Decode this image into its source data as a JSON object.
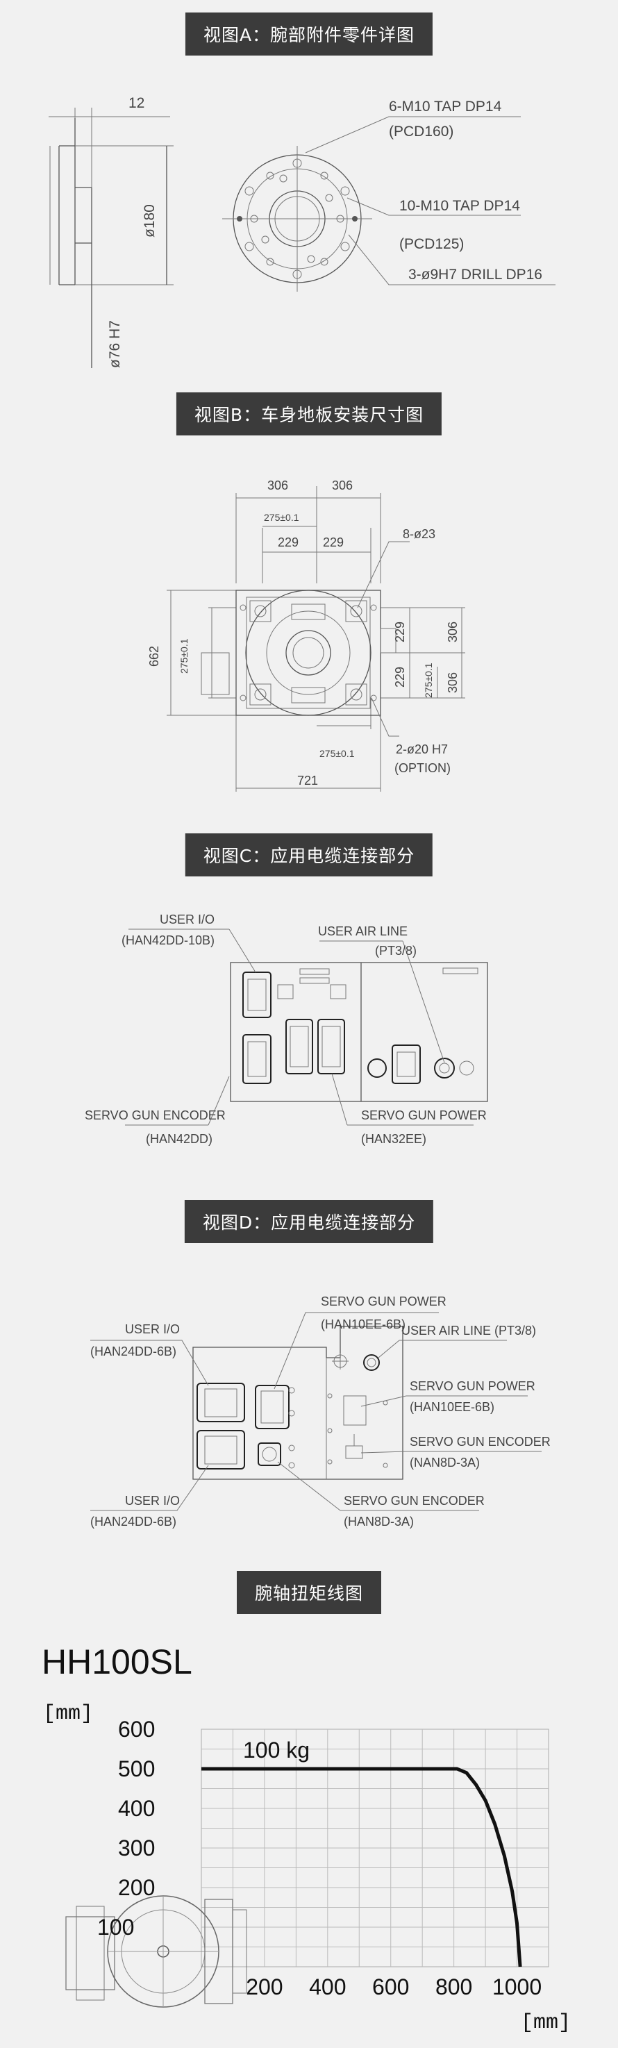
{
  "sections": {
    "a": "视图A：腕部附件零件详图",
    "b": "视图B：车身地板安装尺寸图",
    "c": "视图C：应用电缆连接部分",
    "d": "视图D：应用电缆连接部分",
    "torque": "腕轴扭矩线图"
  },
  "view_a": {
    "dim_12": "12",
    "dim_180": "ø180",
    "dim_76": "ø76 H7",
    "tap6": "6-M10 TAP DP14",
    "pcd160": "(PCD160)",
    "tap10": "10-M10 TAP DP14",
    "pcd125": "(PCD125)",
    "drill": "3-ø9H7 DRILL DP16"
  },
  "view_b": {
    "d306a": "306",
    "d306b": "306",
    "d275top": "275±0.1",
    "d229a": "229",
    "d229b": "229",
    "holes8": "8-ø23",
    "d275left": "275±0.1",
    "d662": "662",
    "d306r1": "306",
    "d229r1": "229",
    "d229r2": "229",
    "d275r": "275±0.1",
    "d306r2": "306",
    "d275bot": "275±0.1",
    "holes2": "2-ø20 H7",
    "option": "(OPTION)",
    "d721": "721"
  },
  "view_c": {
    "user_io": "USER I/O",
    "user_io_part": "(HAN42DD-10B)",
    "air": "USER AIR LINE",
    "air_part": "(PT3/8)",
    "encoder": "SERVO GUN ENCODER",
    "encoder_part": "(HAN42DD)",
    "power": "SERVO GUN POWER",
    "power_part": "(HAN32EE)"
  },
  "view_d": {
    "power": "SERVO GUN POWER",
    "power_part": "(HAN10EE-6B)",
    "user_io_top": "USER I/O",
    "user_io_top_part": "(HAN24DD-6B)",
    "air": "USER AIR LINE (PT3/8)",
    "power2": "SERVO GUN POWER",
    "power2_part": "(HAN10EE-6B)",
    "encoder2": "SERVO GUN ENCODER",
    "encoder2_part": "(NAN8D-3A)",
    "user_io_bot": "USER I/O",
    "user_io_bot_part": "(HAN24DD-6B)",
    "encoder": "SERVO GUN ENCODER",
    "encoder_part": "(HAN8D-3A)"
  },
  "chart_data": {
    "type": "line",
    "title": "HH100SL",
    "ylabel": "[mm]",
    "xlabel": "[mm]",
    "y_ticks": [
      100,
      200,
      300,
      400,
      500,
      600
    ],
    "x_ticks": [
      200,
      400,
      600,
      800,
      1000
    ],
    "xlim": [
      0,
      1100
    ],
    "ylim": [
      0,
      600
    ],
    "series": [
      {
        "name": "100 kg",
        "points": [
          [
            0,
            500
          ],
          [
            810,
            500
          ],
          [
            840,
            490
          ],
          [
            870,
            460
          ],
          [
            900,
            420
          ],
          [
            930,
            360
          ],
          [
            960,
            280
          ],
          [
            985,
            190
          ],
          [
            1000,
            110
          ],
          [
            1010,
            0
          ]
        ]
      }
    ]
  }
}
